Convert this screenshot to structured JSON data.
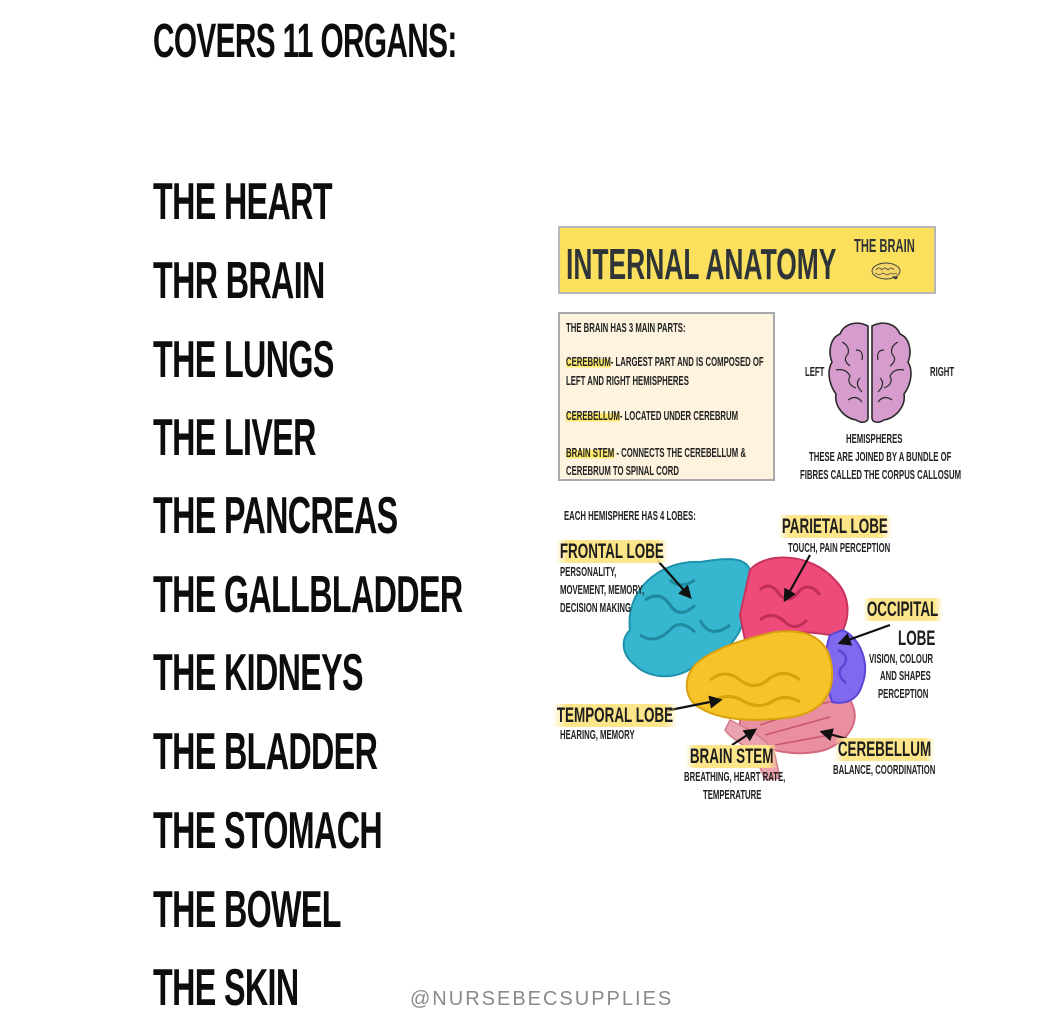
{
  "heading": "COVERS 11 ORGANS:",
  "organs": [
    "THE HEART",
    "THR BRAIN",
    "THE LUNGS",
    "THE LIVER",
    "THE PANCREAS",
    "THE GALLBLADDER",
    "THE KIDNEYS",
    "THE BLADDER",
    "THE STOMACH",
    "THE BOWEL",
    "THE SKIN"
  ],
  "watermark": "@NURSEBECSUPPLIES",
  "infographic": {
    "title": "INTERNAL ANATOMY",
    "subtitle": "THE BRAIN",
    "colors": {
      "title_bg": "#fbe05d",
      "box_bg": "#fef3df",
      "frontal": "#36b7cf",
      "parietal": "#ee4b7b",
      "occipital": "#8068ef",
      "temporal": "#f6c42a",
      "cerebellum": "#ea8f9f",
      "hemispheres": "#d69ccd",
      "highlight": "#fde86e"
    },
    "parts": {
      "intro": "THE BRAIN HAS 3 MAIN PARTS:",
      "cerebrum_term": "CEREBRUM",
      "cerebrum_line1": "- LARGEST PART AND IS COMPOSED OF",
      "cerebrum_line2": "LEFT AND RIGHT HEMISPHERES",
      "cerebellum_term": "CEREBELLUM",
      "cerebellum_desc": "- LOCATED UNDER CEREBRUM",
      "brainstem_term": "BRAIN STEM",
      "brainstem_line1": " - CONNECTS THE CEREBELLUM &",
      "brainstem_line2": "CEREBRUM TO SPINAL CORD"
    },
    "hemispheres": {
      "left": "LEFT",
      "right": "RIGHT",
      "title": "HEMISPHERES",
      "line1": "THESE ARE JOINED BY A BUNDLE OF",
      "line2": "FIBRES CALLED THE CORPUS CALLOSUM"
    },
    "lobes_intro": "EACH HEMISPHERE HAS 4 LOBES:",
    "lobes": {
      "frontal": {
        "name": "FRONTAL LOBE",
        "desc": [
          "PERSONALITY,",
          "MOVEMENT, MEMORY,",
          "DECISION MAKING"
        ]
      },
      "parietal": {
        "name": "PARIETAL LOBE",
        "desc": [
          "TOUCH, PAIN PERCEPTION"
        ]
      },
      "occipital": {
        "name1": "OCCIPITAL",
        "name2": "LOBE",
        "desc": [
          "VISION, COLOUR",
          "AND SHAPES",
          "PERCEPTION"
        ]
      },
      "temporal": {
        "name": "TEMPORAL LOBE",
        "desc": [
          "HEARING, MEMORY"
        ]
      },
      "brainstem": {
        "name": "BRAIN STEM",
        "desc": [
          "BREATHING, HEART RATE,",
          "TEMPERATURE"
        ]
      },
      "cerebellum": {
        "name": "CEREBELLUM",
        "desc": [
          "BALANCE, COORDINATION"
        ]
      }
    }
  }
}
